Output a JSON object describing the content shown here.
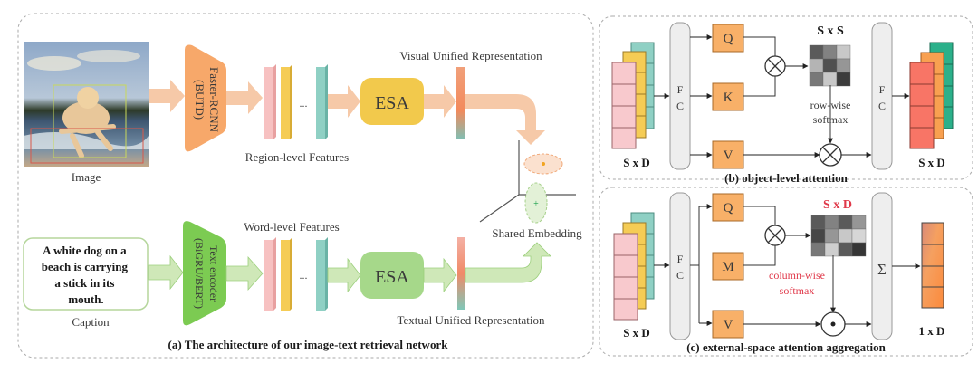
{
  "panel_a": {
    "caption": "(a)  The architecture of our image-text retrieval network",
    "image_label": "Image",
    "visual_encoder": {
      "line1": "Faster-RCNN",
      "line2": "(BUTD)"
    },
    "region_features_label": "Region-level Features",
    "ellipsis": "...",
    "esa_visual": "ESA",
    "visual_unified_label": "Visual Unified Representation",
    "caption_text": [
      "A white dog on a",
      "beach is carrying",
      "a stick in its",
      "mouth."
    ],
    "caption_label": "Caption",
    "text_encoder": {
      "line1": "Text encoder",
      "line2": "(BiGRU/BERT)"
    },
    "word_features_label": "Word-level Features",
    "esa_text": "ESA",
    "textual_unified_label": "Textual Unified Representation",
    "shared_embedding_label": "Shared Embedding"
  },
  "panel_b": {
    "caption": "(b) object-level attention",
    "input_label": "S x D",
    "fc_label": [
      "F",
      "C"
    ],
    "q": "Q",
    "k": "K",
    "v": "V",
    "matrix_label": "S x S",
    "softmax_label": [
      "row-wise",
      "softmax"
    ],
    "output_label": "S x D",
    "multiply_symbol": "⊗",
    "matrix_shades": [
      [
        0.3,
        0.5,
        0.85
      ],
      [
        0.75,
        0.25,
        0.6
      ],
      [
        0.45,
        0.85,
        0.15
      ]
    ]
  },
  "panel_c": {
    "caption": "(c)  external-space attention aggregation",
    "input_label": "S x D",
    "fc_label": [
      "F",
      "C"
    ],
    "q": "Q",
    "m": "M",
    "v": "V",
    "matrix_label": "S x D",
    "softmax_label": [
      "column-wise",
      "softmax"
    ],
    "sum_label": "Σ",
    "output_label": "1 x D",
    "matrix_shades": [
      [
        0.3,
        0.5,
        0.3,
        0.6
      ],
      [
        0.2,
        0.6,
        0.85,
        0.92
      ],
      [
        0.45,
        0.88,
        0.3,
        0.12
      ]
    ]
  },
  "colors": {
    "visual_arrow": "#f6c9a8",
    "text_arrow": "#cfe8b8",
    "faster_rcnn": "#f7a86a",
    "text_encoder": "#7ccb52",
    "esa_visual": "#f2c94c",
    "esa_text": "#a6d88a",
    "qkv_box": "#f8b068",
    "caption_red": "#e0394a"
  }
}
